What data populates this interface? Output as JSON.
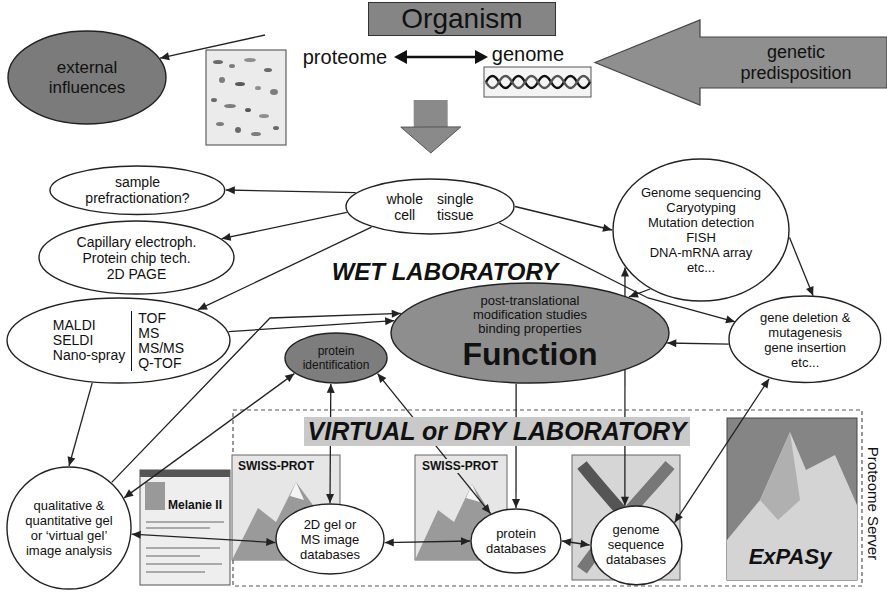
{
  "diagram": {
    "nodes": [
      {
        "text": [
          "external influences"
        ]
      },
      {
        "text": [
          "Organism",
          "proteome",
          "genome"
        ]
      },
      {
        "text": [
          "genetic predisposition"
        ]
      },
      {
        "text": [
          "WET LABORATORY"
        ]
      },
      {
        "text": [
          "sample prefractionation?"
        ],
        "in": 3
      },
      {
        "text": [
          "whole cell",
          "single tissue"
        ],
        "in": 3
      },
      {
        "text": [
          "Capillary electroph. Protein chip tech. 2D PAGE"
        ],
        "in": 3
      },
      {
        "text": [
          "MALDI SELDI Nano-spray",
          "TOF MS MS/MS Q-TOF"
        ],
        "in": 3
      },
      {
        "text": [
          "Genome sequencing Caryotyping Mutation detection FISH DNA-mRNA array etc..."
        ],
        "in": 3
      },
      {
        "text": [
          "post-translational modification studies binding properties",
          "Function"
        ],
        "in": 3
      },
      {
        "text": [
          "gene deletion & mutagenesis gene insertion etc..."
        ],
        "in": 3
      },
      {
        "text": [
          "protein identification"
        ],
        "in": 3
      },
      {
        "text": [
          "VIRTUAL or DRY LABORATORY",
          "Proteome Server"
        ]
      },
      {
        "text": [
          "qualitative & quantitative gel or ‘virtual gel’ image analysis"
        ],
        "in": 12
      },
      {
        "text": [
          "2D gel or MS image databases"
        ],
        "in": 12
      },
      {
        "text": [
          "protein databases"
        ],
        "in": 12
      },
      {
        "text": [
          "genome sequence databases"
        ],
        "in": 12
      }
    ],
    "edges": [
      {
        "from": 1,
        "to": 0,
        "arrow": "to"
      },
      {
        "from": 1,
        "to": 3,
        "arrow": "to"
      },
      {
        "from": 5,
        "to": 4,
        "arrow": "to"
      },
      {
        "from": 5,
        "to": 6,
        "arrow": "to"
      },
      {
        "from": 5,
        "to": 7,
        "arrow": "to"
      },
      {
        "from": 5,
        "to": 8,
        "arrow": "to"
      },
      {
        "from": 5,
        "to": 10,
        "arrow": "to"
      },
      {
        "from": 7,
        "to": 9,
        "arrow": "to"
      },
      {
        "from": 8,
        "to": 9,
        "arrow": "to"
      },
      {
        "from": 8,
        "to": 10,
        "arrow": "to"
      },
      {
        "from": 10,
        "to": 9,
        "arrow": "to"
      },
      {
        "from": 7,
        "to": 13,
        "arrow": "to"
      },
      {
        "from": 13,
        "to": 9,
        "arrow": "to"
      },
      {
        "from": 13,
        "to": 11,
        "arrow": "both"
      },
      {
        "from": 11,
        "to": 14,
        "arrow": "both"
      },
      {
        "from": 13,
        "to": 14,
        "arrow": "both"
      },
      {
        "from": 14,
        "to": 15,
        "arrow": "both"
      },
      {
        "from": 11,
        "to": 15,
        "arrow": "both"
      },
      {
        "from": 9,
        "to": 15,
        "arrow": "to"
      },
      {
        "from": 15,
        "to": 16,
        "arrow": "both"
      },
      {
        "from": 16,
        "to": 8,
        "arrow": "both"
      },
      {
        "from": 16,
        "to": 10,
        "arrow": "both"
      }
    ],
    "labels": [
      "Melanie II",
      "SWISS-PROT",
      "SWISS-PROT",
      "ExPASy"
    ]
  }
}
